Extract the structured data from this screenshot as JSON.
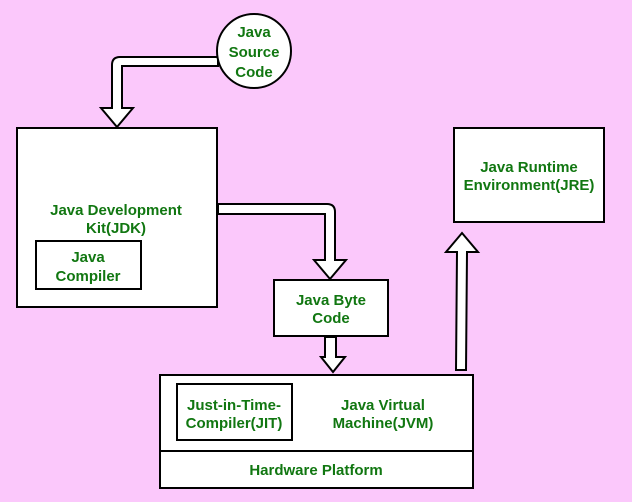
{
  "nodes": {
    "source": {
      "line1": "Java",
      "line2": "Source",
      "line3": "Code"
    },
    "jdk": {
      "line1": "Java Development",
      "line2": "Kit(JDK)"
    },
    "compiler": {
      "line1": "Java",
      "line2": "Compiler"
    },
    "bytecode": {
      "line1": "Java Byte",
      "line2": "Code"
    },
    "jit": {
      "line1": "Just-in-Time-",
      "line2": "Compiler(JIT)"
    },
    "jvm": {
      "line1": "Java Virtual",
      "line2": "Machine(JVM)"
    },
    "hardware": {
      "label": "Hardware Platform"
    },
    "jre": {
      "line1": "Java Runtime",
      "line2": "Environment(JRE)"
    }
  },
  "colors": {
    "background": "#fbc8fb",
    "text": "#117711",
    "box": "#ffffff",
    "stroke": "#000000"
  }
}
